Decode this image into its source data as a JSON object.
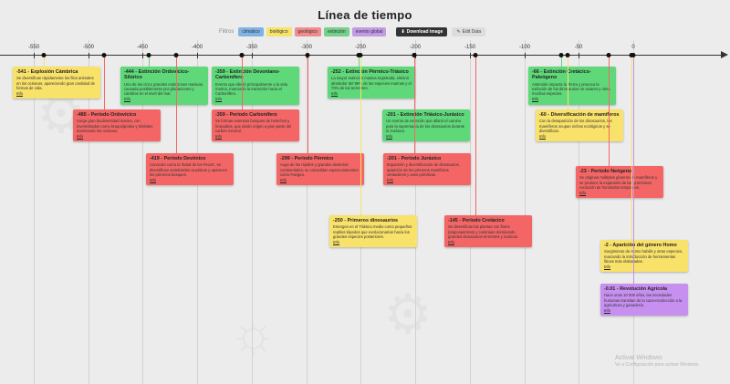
{
  "header": {
    "title": "Línea de tiempo"
  },
  "toolbar": {
    "filter_label": "Filtros",
    "filters": [
      {
        "label": "climático",
        "color": "#7fb3e6"
      },
      {
        "label": "biológico",
        "color": "#f6e36a"
      },
      {
        "label": "geológico",
        "color": "#f28b8b"
      },
      {
        "label": "extinción",
        "color": "#74d08a"
      },
      {
        "label": "evento global",
        "color": "#c39ae6"
      }
    ],
    "download_label": "Download image",
    "edit_label": "Edit Data"
  },
  "axis": {
    "ticks": [
      {
        "value": -550,
        "label": "-550"
      },
      {
        "value": -500,
        "label": "-500"
      },
      {
        "value": -450,
        "label": "-450"
      },
      {
        "value": -400,
        "label": "-400"
      },
      {
        "value": -350,
        "label": "-350"
      },
      {
        "value": -300,
        "label": "-300"
      },
      {
        "value": -250,
        "label": "-250"
      },
      {
        "value": -200,
        "label": "-200"
      },
      {
        "value": -150,
        "label": "-150"
      },
      {
        "value": -100,
        "label": "-100"
      },
      {
        "value": -50,
        "label": "-50"
      },
      {
        "value": 0,
        "label": "0"
      }
    ]
  },
  "events": [
    {
      "year": -541,
      "title": "-541 - Explosión Cámbrica",
      "desc": "Se diversifican rápidamente los filos animales en los océanos, apareciendo gran cantidad de formas de vida.",
      "link": "Info",
      "color": "#f9e26a",
      "conn": "#f9e26a",
      "row": 0
    },
    {
      "year": -444,
      "title": "-444 - Extinción Ordovícico-Silúrico",
      "desc": "Una de las cinco grandes extinciones masivas, causada posiblemente por glaciaciones y cambios en el nivel del mar.",
      "link": "Info",
      "color": "#5fd879",
      "conn": "#5fd879",
      "row": 0
    },
    {
      "year": -359,
      "title": "-359 - Extinción Devoniano-Carbonífero",
      "desc": "Evento que afectó principalmente a la vida marina, marcando la transición hacia el Carbonífero.",
      "link": "Info",
      "color": "#5fd879",
      "conn": "#5fd879",
      "row": 0
    },
    {
      "year": -252,
      "title": "-252 - Extinción Pérmico-Triásico",
      "desc": "La mayor extinción masiva registrada, eliminó alrededor del 96% de las especies marinas y el 70% de las terrestres.",
      "link": "Info",
      "color": "#5fd879",
      "conn": "#5fd879",
      "row": 0
    },
    {
      "year": -66,
      "title": "-66 - Extinción Cretácico-Paleógeno",
      "desc": "Asteroide impacta la Tierra y provoca la extinción de los dinosaurios no aviares y otras muchas especies.",
      "link": "Info",
      "color": "#5fd879",
      "conn": "#5fd879",
      "row": 0
    },
    {
      "year": -485,
      "title": "-485 - Período Ordovícico",
      "desc": "Surge gran biodiversidad marina, con invertebrados como braquiópodos y trilobites dominando los océanos.",
      "link": "Info",
      "color": "#f46666",
      "conn": "#f46666",
      "row": 1
    },
    {
      "year": -359,
      "title": "-359 - Período Carbonífero",
      "desc": "Se forman extensos bosques de helechos y licopodios, que darán origen a gran parte del carbón mineral.",
      "link": "Info",
      "color": "#f46666",
      "conn": "#f46666",
      "row": 1
    },
    {
      "year": -201,
      "title": "-201 - Extinción Triásico-Jurásico",
      "desc": "Un evento de extinción que allanó el camino para la supremacía de los dinosaurios durante el Jurásico.",
      "link": "Info",
      "color": "#5fd879",
      "conn": "#5fd879",
      "row": 1
    },
    {
      "year": -60,
      "title": "-60 - Diversificación de mamíferos",
      "desc": "Con la desaparición de los dinosaurios, los mamíferos ocupan nichos ecológicos y se diversifican.",
      "link": "Info",
      "color": "#f9e26a",
      "conn": "#f9e26a",
      "row": 1
    },
    {
      "year": -419,
      "title": "-419 - Período Devónico",
      "desc": "Conocido como la 'Edad de los Peces', se diversifican vertebrados acuáticos y aparecen los primeros bosques.",
      "link": "Info",
      "color": "#f46666",
      "conn": "#f46666",
      "row": 2
    },
    {
      "year": -299,
      "title": "-299 - Período Pérmico",
      "desc": "Auge de los reptiles y grandes desiertos continentales; se consolidan supercontinentes como Pangea.",
      "link": "Info",
      "color": "#f46666",
      "conn": "#f46666",
      "row": 2
    },
    {
      "year": -201,
      "title": "-201 - Período Jurásico",
      "desc": "Expansión y diversificación de dinosaurios, aparición de los primeros mamíferos verdaderos y aves primitivas.",
      "link": "Info",
      "color": "#f46666",
      "conn": "#f46666",
      "row": 2
    },
    {
      "year": -23,
      "title": "-23 - Período Neógeno",
      "desc": "Se originan múltiples géneros de mamíferos y se produce la expansión de las gramíneas; evolución de homínidos tempranos.",
      "link": "Info",
      "color": "#f46666",
      "conn": "#f46666",
      "row": 3
    },
    {
      "year": -250,
      "title": "-250 - Primeros dinosaurios",
      "desc": "Emergen en el Triásico medio como pequeños reptiles bípedos que evolucionarían hacia los grandes especies posteriores.",
      "link": "Info",
      "color": "#f9e26a",
      "conn": "#f9e26a",
      "row": 4
    },
    {
      "year": -145,
      "title": "-145 - Período Cretácico",
      "desc": "Se diversifican las plantas con flores (angiospermas) y continúan dominando grandes dinosaurios terrestres y marinos.",
      "link": "Info",
      "color": "#f46666",
      "conn": "#f46666",
      "row": 4
    },
    {
      "year": -2,
      "title": "-2 - Aparición del género Homo",
      "desc": "Surgimiento de Homo habilis y otras especies, marcando la introducción de herramientas líticas más elaboradas.",
      "link": "Info",
      "color": "#f9e26a",
      "conn": "#f9e26a",
      "row": 5
    },
    {
      "year": -0.01,
      "title": "-0.01 - Revolución Agrícola",
      "desc": "Hace unos 10 000 años, las sociedades humanas transitan de la caza-recolección a la agricultura y ganadería.",
      "link": "Info",
      "color": "#c78ff0",
      "conn": "#c78ff0",
      "row": 6
    }
  ],
  "watermark": {
    "line1": "Activar Windows",
    "line2": "Ve a Configuración para activar Windows."
  }
}
